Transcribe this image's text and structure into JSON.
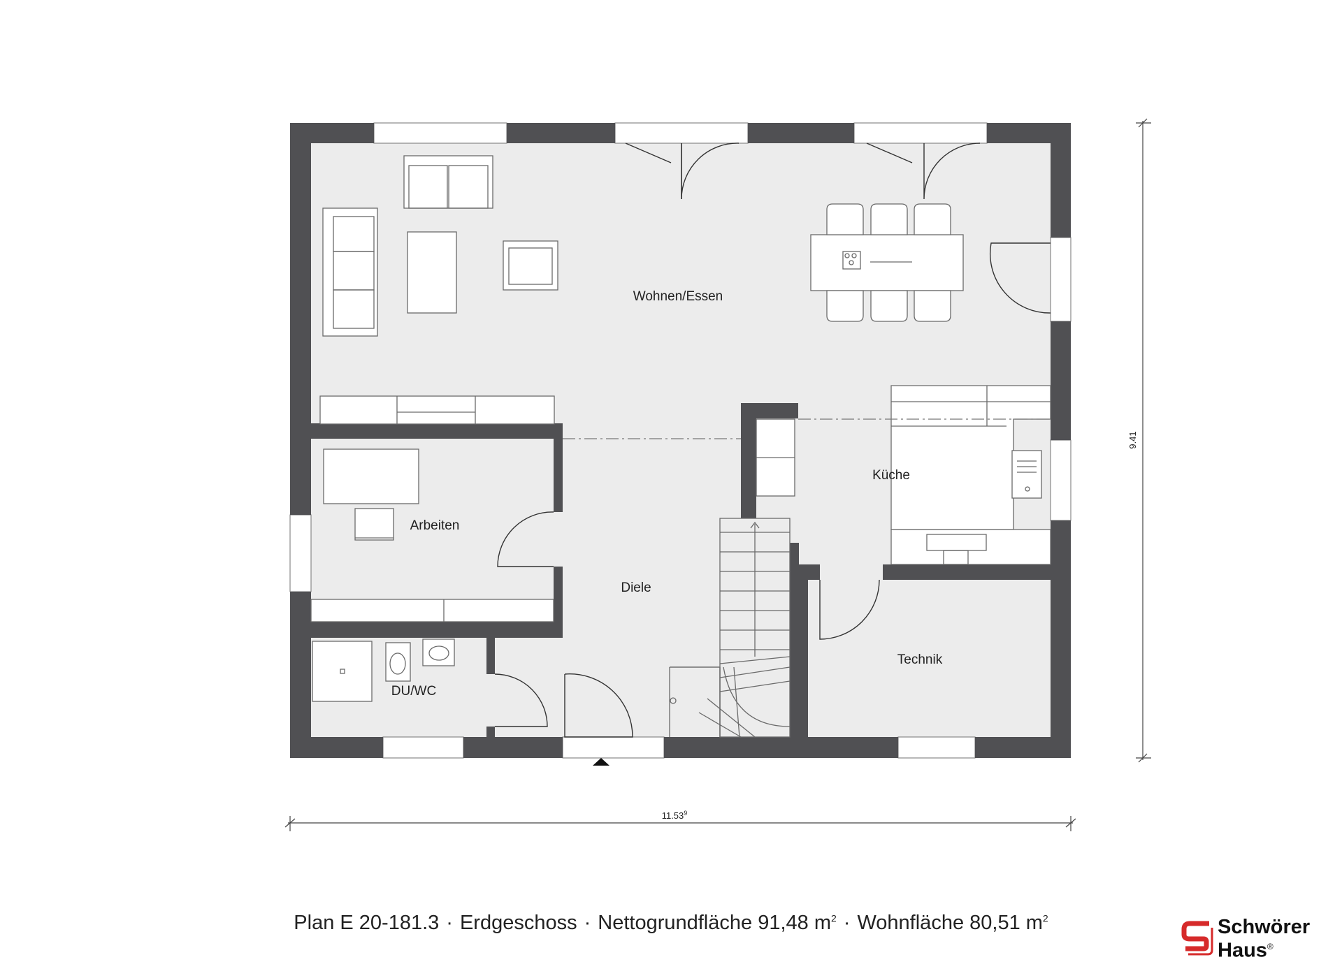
{
  "rooms": {
    "wohnen": "Wohnen/Essen",
    "kueche": "Küche",
    "arbeiten": "Arbeiten",
    "diele": "Diele",
    "technik": "Technik",
    "duwc": "DU/WC"
  },
  "dimensions": {
    "width": "11.53",
    "width_sup": "9",
    "height": "9.41"
  },
  "caption": {
    "plan": "Plan E 20-181.3",
    "floor": "Erdgeschoss",
    "net_label": "Nettogrundfläche 91,48 m",
    "net_sup": "2",
    "living_label": "Wohnfläche 80,51 m",
    "living_sup": "2",
    "separator": "·"
  },
  "logo": {
    "line1": "Schwörer",
    "line2": "Haus",
    "reg": "®",
    "color": "#d62a2a"
  },
  "colors": {
    "wall": "#505053",
    "floor": "#ececec"
  }
}
